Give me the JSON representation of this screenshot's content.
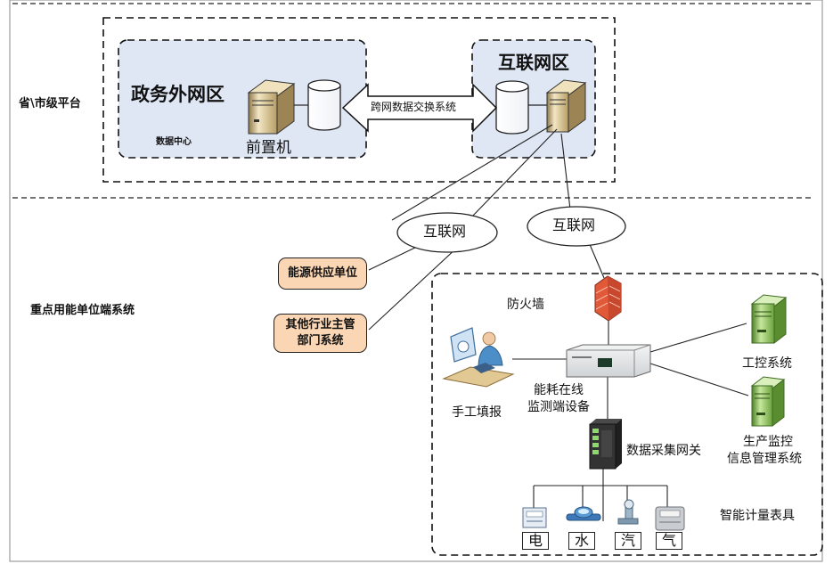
{
  "top_panel": {
    "side_label": "省\\市级平台",
    "gov_zone": {
      "title": "政务外网区",
      "subtitle": "数据中心",
      "server_caption": "前置机"
    },
    "internet_zone": {
      "title": "互联网区"
    },
    "exchange_label": "跨网数据交换系统"
  },
  "bottom_panel": {
    "side_label": "重点用能单位端系统",
    "clouds": {
      "left": "互联网",
      "right": "互联网"
    },
    "external_units": {
      "energy_supply": "能源供应单位",
      "other_dept_line1": "其他行业主管",
      "other_dept_line2": "部门系统"
    },
    "site": {
      "firewall": "防火墙",
      "manual_entry": "手工填报",
      "device_line1": "能耗在线",
      "device_line2": "监测端设备",
      "control_system": "工控系统",
      "production_line1": "生产监控",
      "production_line2": "信息管理系统",
      "gateway": "数据采集网关",
      "meters_title": "智能计量表具",
      "meters": [
        "电",
        "水",
        "汽",
        "气"
      ]
    }
  },
  "colors": {
    "zone_fill": "#dfe6f4",
    "unit_fill": "#fbd6b4",
    "firewall": "#e2593a",
    "server_beige": "#d6c08f",
    "server_green": "#8cc05a"
  }
}
